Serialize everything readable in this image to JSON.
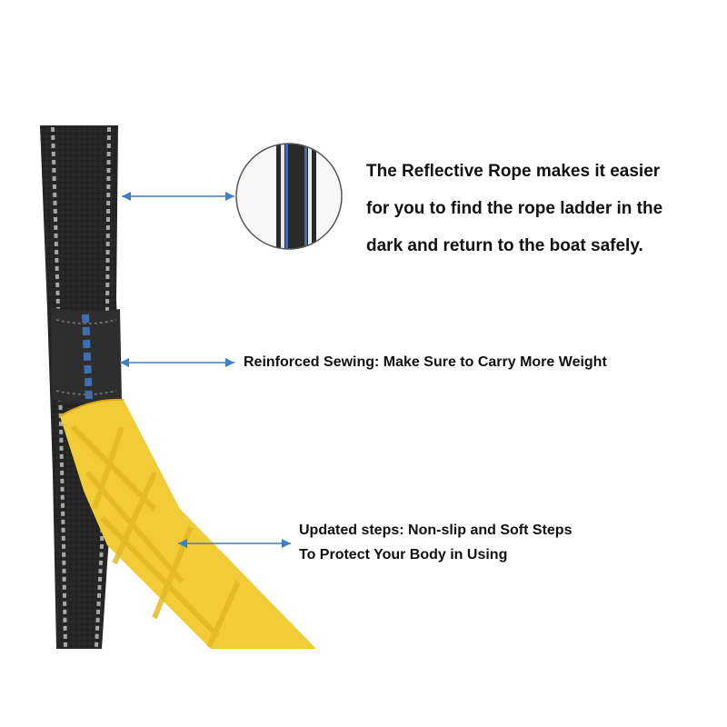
{
  "colors": {
    "strap_black": "#262626",
    "reflective_stripe": "#9a9a9a",
    "sewing_blue": "#3f6fb0",
    "step_yellow": "#f4d03f",
    "arrow_blue": "#3c7fc2",
    "text": "#111111"
  },
  "callouts": {
    "reflective_rope": {
      "lines": [
        "The Reflective Rope makes it easier",
        "for you to find the rope ladder in the",
        "dark and return to the boat safely."
      ]
    },
    "reinforced_sewing": {
      "text": "Reinforced Sewing: Make Sure to Carry More Weight"
    },
    "updated_steps": {
      "lines": [
        "Updated steps: Non-slip and Soft Steps",
        "To Protect Your Body in Using"
      ]
    }
  }
}
